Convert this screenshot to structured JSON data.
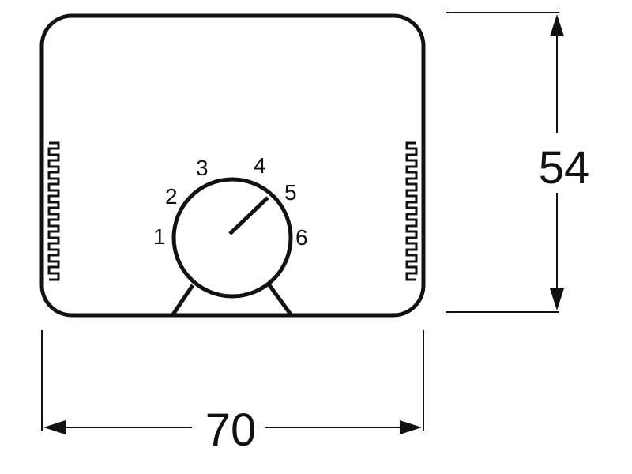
{
  "diagram": {
    "dial_numbers": [
      "1",
      "2",
      "3",
      "4",
      "5",
      "6"
    ],
    "width_dimension": "70",
    "height_dimension": "54"
  },
  "colors": {
    "stroke": "#111111",
    "background": "#ffffff"
  }
}
